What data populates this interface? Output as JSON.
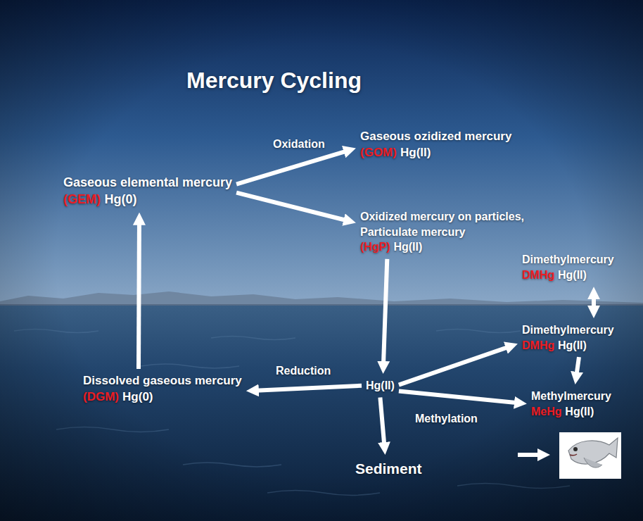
{
  "diagram": {
    "title": "Mercury Cycling",
    "nodes": [
      {
        "text": [
          "Gaseous elemental mercury",
          "(GEM)",
          "Hg(0)"
        ]
      },
      {
        "text": [
          "Gaseous ozidized mercury",
          "(GOM)",
          "Hg(II)"
        ]
      },
      {
        "text": [
          "Oxidized mercury on particles, Particulate mercury",
          "(HgP)",
          "Hg(II)"
        ]
      },
      {
        "text": [
          "Dimethylmercury",
          "DMHg",
          "Hg(II)"
        ]
      },
      {
        "text": [
          "Dimethylmercury",
          "DMHg",
          "Hg(II)"
        ]
      },
      {
        "text": [
          "Dissolved gaseous mercury",
          "(DGM)",
          "Hg(0)"
        ]
      },
      {
        "text": [
          "Hg(II)"
        ]
      },
      {
        "text": [
          "Methylmercury",
          "MeHg",
          "Hg(II)"
        ]
      },
      {
        "text": [
          "Sediment"
        ]
      }
    ],
    "edges": [
      {
        "from": 0,
        "to": 1,
        "label": "Oxidation",
        "arrow": "to"
      },
      {
        "from": 0,
        "to": 2,
        "arrow": "to"
      },
      {
        "from": 2,
        "to": 6,
        "arrow": "to"
      },
      {
        "from": 6,
        "to": 5,
        "label": "Reduction",
        "arrow": "to"
      },
      {
        "from": 5,
        "to": 0,
        "arrow": "to"
      },
      {
        "from": 6,
        "to": 4,
        "arrow": "to"
      },
      {
        "from": 6,
        "to": 7,
        "label": "Methylation",
        "arrow": "to"
      },
      {
        "from": 6,
        "to": 8,
        "arrow": "to"
      },
      {
        "from": 3,
        "to": 4,
        "arrow": "both"
      },
      {
        "from": 4,
        "to": 7,
        "arrow": "to"
      }
    ]
  }
}
